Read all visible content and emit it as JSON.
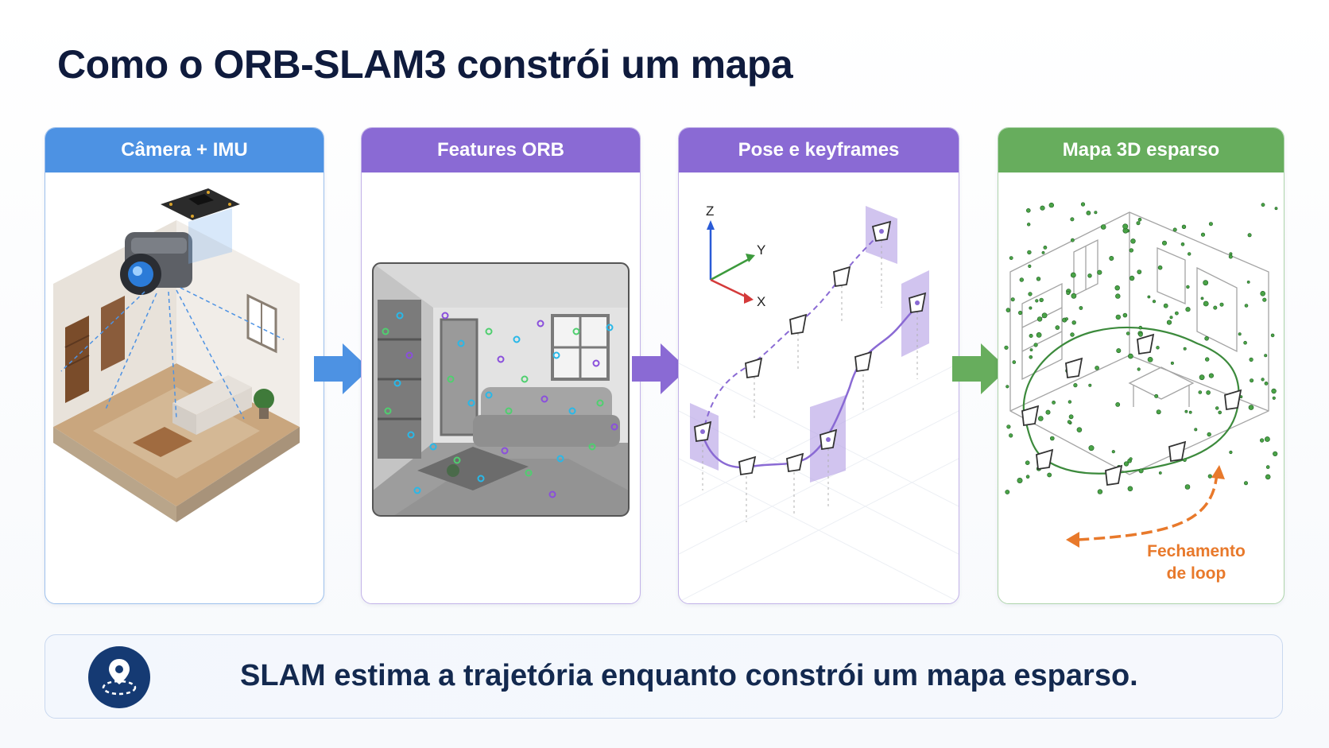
{
  "title": "Como o ORB-SLAM3 constrói um mapa",
  "panels": [
    {
      "label": "Câmera + IMU"
    },
    {
      "label": "Features ORB"
    },
    {
      "label": "Pose e keyframes"
    },
    {
      "label": "Mapa 3D esparso"
    }
  ],
  "axes": {
    "z": "Z",
    "y": "Y",
    "x": "X"
  },
  "loop_closure": {
    "line1": "Fechamento",
    "line2": "de loop"
  },
  "banner": {
    "text": "SLAM estima a trajetória enquanto constrói um mapa esparso."
  },
  "colors": {
    "camera_imu": "#4d92e3",
    "features": "#8a6ad4",
    "pose": "#8a6ad4",
    "map": "#67ad5d",
    "loop": "#e8792b",
    "banner_icon": "#153a73"
  },
  "icons": {
    "banner": "location-pin-icon",
    "arrows": "arrow-right-icon"
  }
}
